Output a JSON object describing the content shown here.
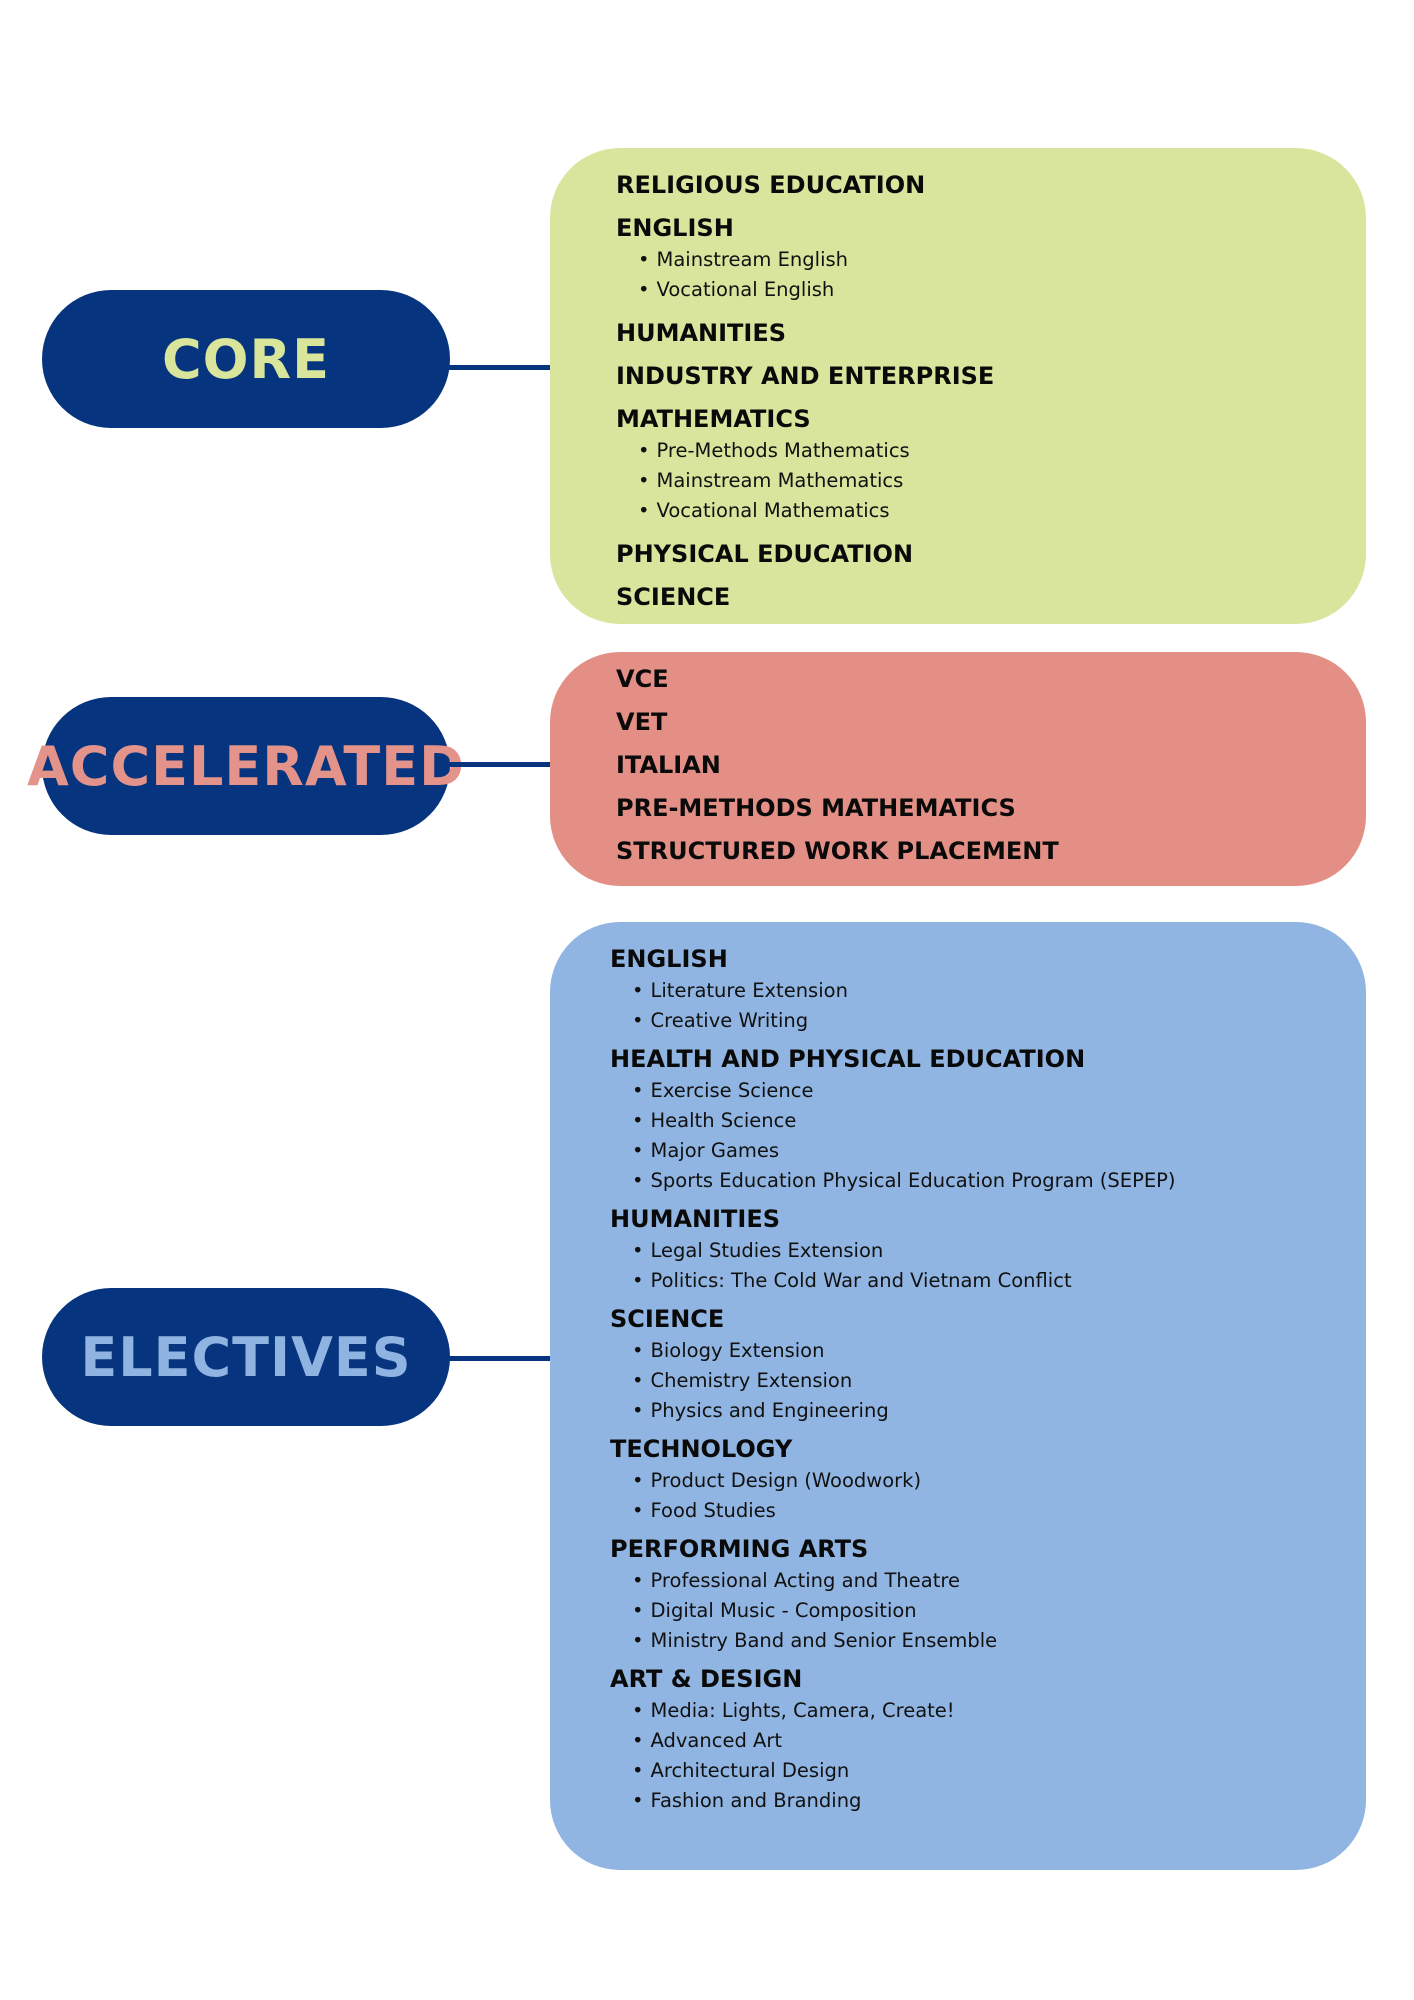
{
  "colors": {
    "pill": "#06347e",
    "core_label": "#d9e59b",
    "accelerated_label": "#e4938a",
    "electives_label": "#8fb4e1",
    "core_box": "#d9e59d",
    "accelerated_box": "#e38f86",
    "electives_box": "#90b5e2"
  },
  "core": {
    "label": "CORE",
    "sections": [
      {
        "title": "RELIGIOUS EDUCATION",
        "items": []
      },
      {
        "title": "ENGLISH",
        "items": [
          "Mainstream English",
          "Vocational English"
        ]
      },
      {
        "title": "HUMANITIES",
        "items": []
      },
      {
        "title": "INDUSTRY AND ENTERPRISE",
        "items": []
      },
      {
        "title": "MATHEMATICS",
        "items": [
          "Pre-Methods Mathematics",
          "Mainstream Mathematics",
          "Vocational Mathematics"
        ]
      },
      {
        "title": "PHYSICAL EDUCATION",
        "items": []
      },
      {
        "title": "SCIENCE",
        "items": []
      }
    ]
  },
  "accelerated": {
    "label": "ACCELERATED",
    "sections": [
      {
        "title": "VCE",
        "items": []
      },
      {
        "title": "VET",
        "items": []
      },
      {
        "title": "ITALIAN",
        "items": []
      },
      {
        "title": "PRE-METHODS MATHEMATICS",
        "items": []
      },
      {
        "title": "STRUCTURED WORK PLACEMENT",
        "items": []
      }
    ]
  },
  "electives": {
    "label": "ELECTIVES",
    "sections": [
      {
        "title": "ENGLISH",
        "items": [
          "Literature Extension",
          "Creative Writing"
        ]
      },
      {
        "title": "HEALTH AND PHYSICAL EDUCATION",
        "items": [
          "Exercise Science",
          "Health Science",
          "Major Games",
          "Sports Education Physical Education Program (SEPEP)"
        ]
      },
      {
        "title": "HUMANITIES",
        "items": [
          "Legal Studies Extension",
          "Politics: The Cold War and Vietnam Conflict"
        ]
      },
      {
        "title": "SCIENCE",
        "items": [
          "Biology Extension",
          "Chemistry Extension",
          "Physics and Engineering"
        ]
      },
      {
        "title": "TECHNOLOGY",
        "items": [
          "Product Design (Woodwork)",
          "Food Studies"
        ]
      },
      {
        "title": "PERFORMING ARTS",
        "items": [
          "Professional Acting and Theatre",
          "Digital Music - Composition",
          "Ministry Band and Senior Ensemble"
        ]
      },
      {
        "title": "ART & DESIGN",
        "items": [
          "Media: Lights, Camera, Create!",
          "Advanced Art",
          "Architectural Design",
          "Fashion and Branding"
        ]
      }
    ]
  }
}
